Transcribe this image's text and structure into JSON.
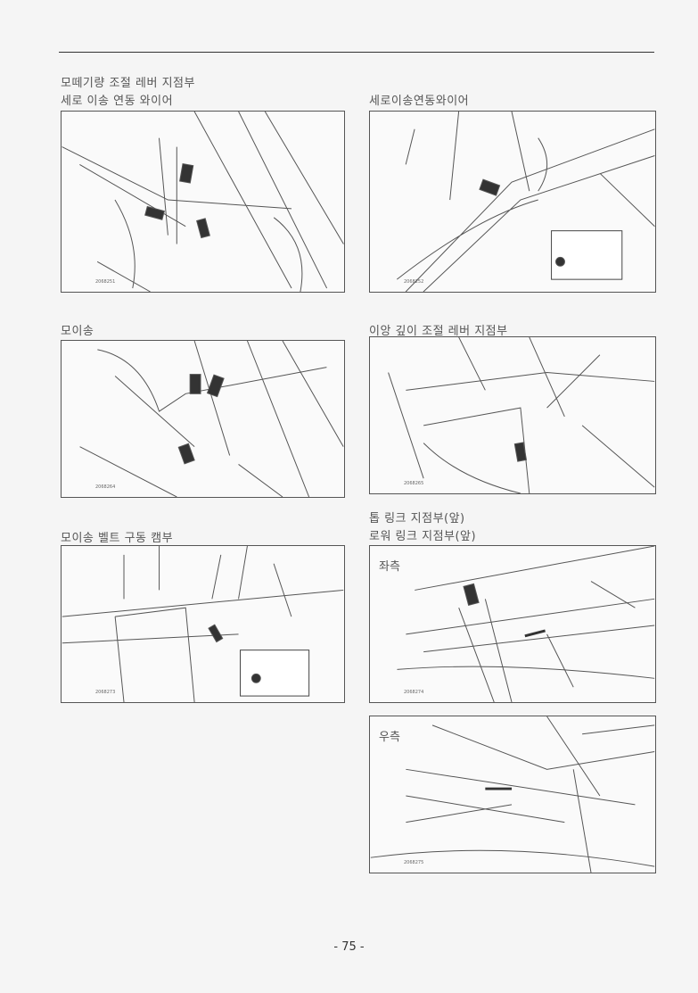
{
  "sections": {
    "s1_title": "모떼기량 조절 레버 지점부",
    "s1_left": "세로 이송 연동 와이어",
    "s1_right": "세로이송연동와이어",
    "s2_left": "모이송",
    "s2_right": "이앙 깊이 조절 레버 지점부",
    "s3_left": "모이송 벨트 구동 캠부",
    "s3_right_1": "톱 링크 지점부(앞)",
    "s3_right_2": "로워 링크 지점부(앞)"
  },
  "figures": {
    "f1": {
      "code": "2068251"
    },
    "f2": {
      "code": "2068252"
    },
    "f3": {
      "code": "2068264"
    },
    "f4": {
      "code": "2068265"
    },
    "f5": {
      "code": "2068273"
    },
    "f6": {
      "code": "2068274",
      "side": "좌측"
    },
    "f7": {
      "code": "2068275",
      "side": "우측"
    }
  },
  "page_number": "- 75 -"
}
